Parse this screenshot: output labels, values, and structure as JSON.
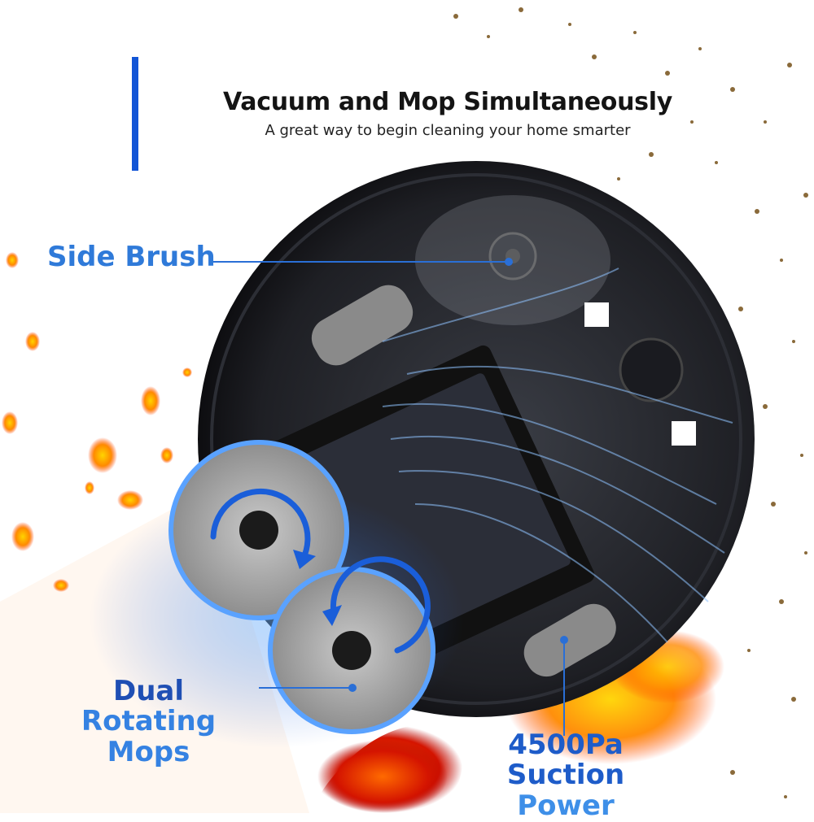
{
  "header": {
    "title": "Vacuum and Mop Simultaneously",
    "subtitle": "A great way to begin cleaning your home smarter"
  },
  "callouts": {
    "side_brush": "Side Brush",
    "mops_word1": "Dual ",
    "mops_word2": "Rotating",
    "mops_word3": "Mops",
    "suction_line1": "4500Pa",
    "suction_word1": "Suction ",
    "suction_word2": "Power"
  },
  "colors": {
    "accent": "#1255d6",
    "label_blue": "#2f7ad9",
    "label_dark_blue": "#1f4fb4",
    "robot_body": "#1c1d22",
    "flame": "#ff7a00"
  },
  "icons": [
    "robot-vacuum-icon",
    "side-brush-icon",
    "mop-pad-icon",
    "rotation-arrow-icon",
    "wheel-icon",
    "main-brush-icon"
  ]
}
